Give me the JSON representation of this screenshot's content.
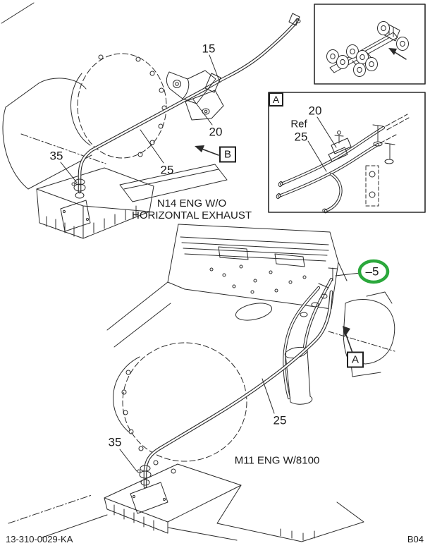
{
  "page": {
    "footer_left": "13-310-0029-KA",
    "footer_right": "B04",
    "line_color": "#2b2b2b"
  },
  "diagram_n14": {
    "caption_line1": "N14 ENG W/O",
    "caption_line2": "HORIZONTAL EXHAUST",
    "view_label": "B",
    "callouts": {
      "c15": "15",
      "c20": "20",
      "c25": "25",
      "c35": "35"
    }
  },
  "detail_a": {
    "label": "A",
    "callouts": {
      "c20": "20",
      "ref": "Ref",
      "c25": "25"
    }
  },
  "inset_truck": {
    "icon": "truck-chassis-icon"
  },
  "diagram_m11": {
    "caption": "M11 ENG W/8100",
    "view_label": "A",
    "highlight_callout": "–5",
    "highlight_color": "#2ba83c",
    "callouts": {
      "c25": "25",
      "c35": "35"
    }
  }
}
